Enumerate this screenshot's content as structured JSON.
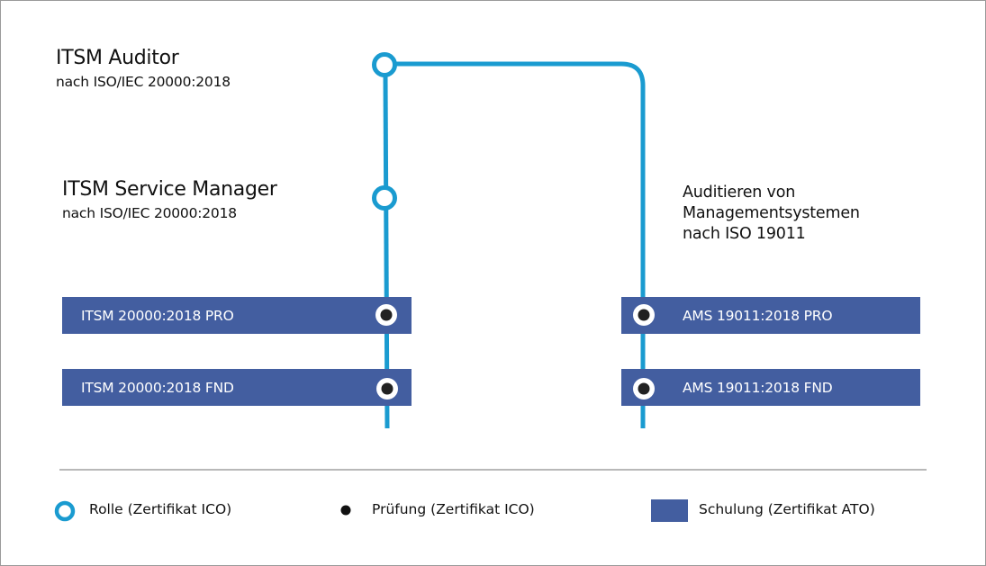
{
  "roles": [
    {
      "title": "ITSM Auditor",
      "subtitle": "nach ISO/IEC 20000:2018"
    },
    {
      "title": "ITSM Service Manager",
      "subtitle": "nach ISO/IEC 20000:2018"
    }
  ],
  "side_note": {
    "lines": [
      "Auditieren von",
      "Managementsystemen",
      "nach ISO 19011"
    ]
  },
  "trainings": {
    "itsm_pro": "ITSM 20000:2018 PRO",
    "itsm_fnd": "ITSM 20000:2018 FND",
    "ams_pro": "AMS 19011:2018 PRO",
    "ams_fnd": "AMS 19011:2018 FND"
  },
  "legend": {
    "role": "Rolle (Zertifikat ICO)",
    "exam": "Prüfung  (Zertifikat ICO)",
    "training": "Schulung (Zertifikat ATO)"
  },
  "colors": {
    "line": "#1a9bd0",
    "training_bar": "#435ea0",
    "exam_dot": "#222222",
    "divider": "#b8b8b8"
  }
}
